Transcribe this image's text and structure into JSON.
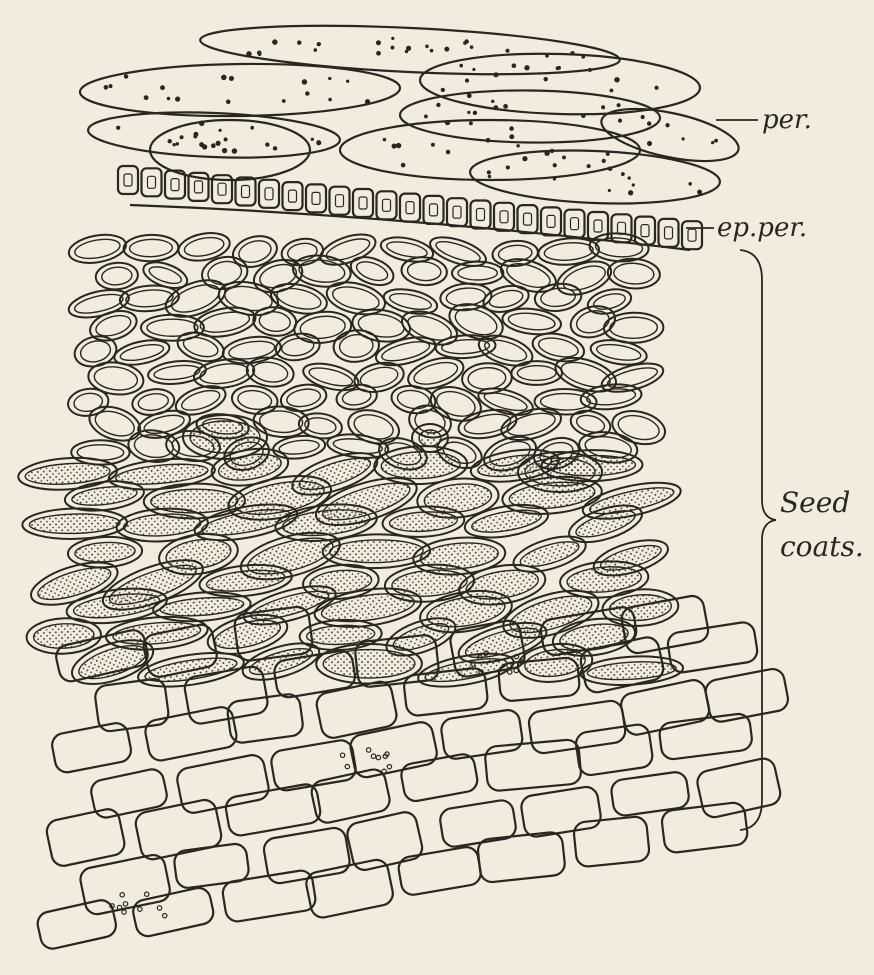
{
  "colors": {
    "paper": "#f2ecde",
    "ink": "#2a2620"
  },
  "labels": {
    "per": "per.",
    "ep_per": "ep.per.",
    "seed_line1": "Seed",
    "seed_line2": "coats."
  }
}
